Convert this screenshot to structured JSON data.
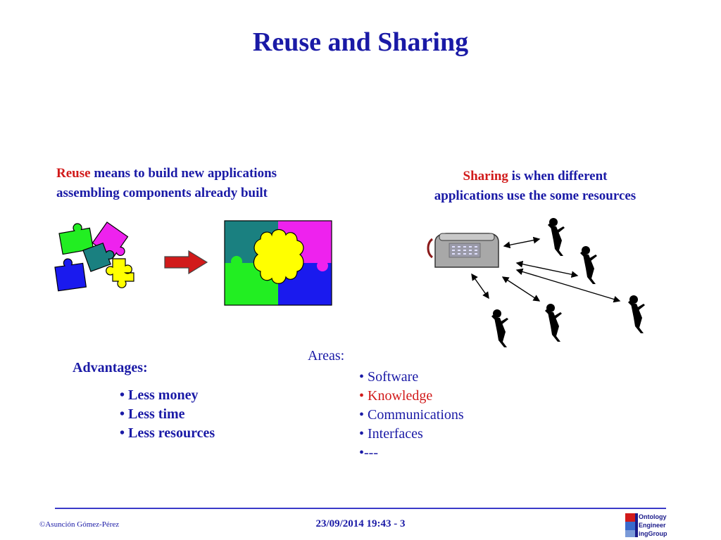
{
  "title": "Reuse and Sharing",
  "reuse": {
    "term": "Reuse",
    "rest_line1": " means to build new applications",
    "line2": "assembling components already built"
  },
  "sharing": {
    "term": "Sharing",
    "rest_line1": " is when different",
    "line2": "applications use the some resources"
  },
  "advantages": {
    "heading": "Advantages:",
    "items": [
      "• Less money",
      "• Less time",
      "• Less resources"
    ]
  },
  "areas": {
    "heading": "Areas:",
    "items": [
      {
        "text": "• Software",
        "color": "#1a1aa6"
      },
      {
        "text": "• Knowledge",
        "color": "#d11a1a"
      },
      {
        "text": "• Communications",
        "color": "#1a1aa6"
      },
      {
        "text": "• Interfaces",
        "color": "#1a1aa6"
      },
      {
        "text": "•---",
        "color": "#1a1aa6"
      }
    ]
  },
  "footer": {
    "author": "©Asunción Gómez-Pérez",
    "datetime": "23/09/2014 19:43 - 3",
    "logo_lines": [
      "Ontology",
      "Engineer",
      "ingGroup"
    ]
  },
  "colors": {
    "title_blue": "#1a1aa6",
    "accent_red": "#d11a1a",
    "puzzle_green": "#22ee22",
    "puzzle_magenta": "#ee22ee",
    "puzzle_teal": "#1a8080",
    "puzzle_yellow": "#ffff00",
    "puzzle_blue": "#1a1aee"
  }
}
